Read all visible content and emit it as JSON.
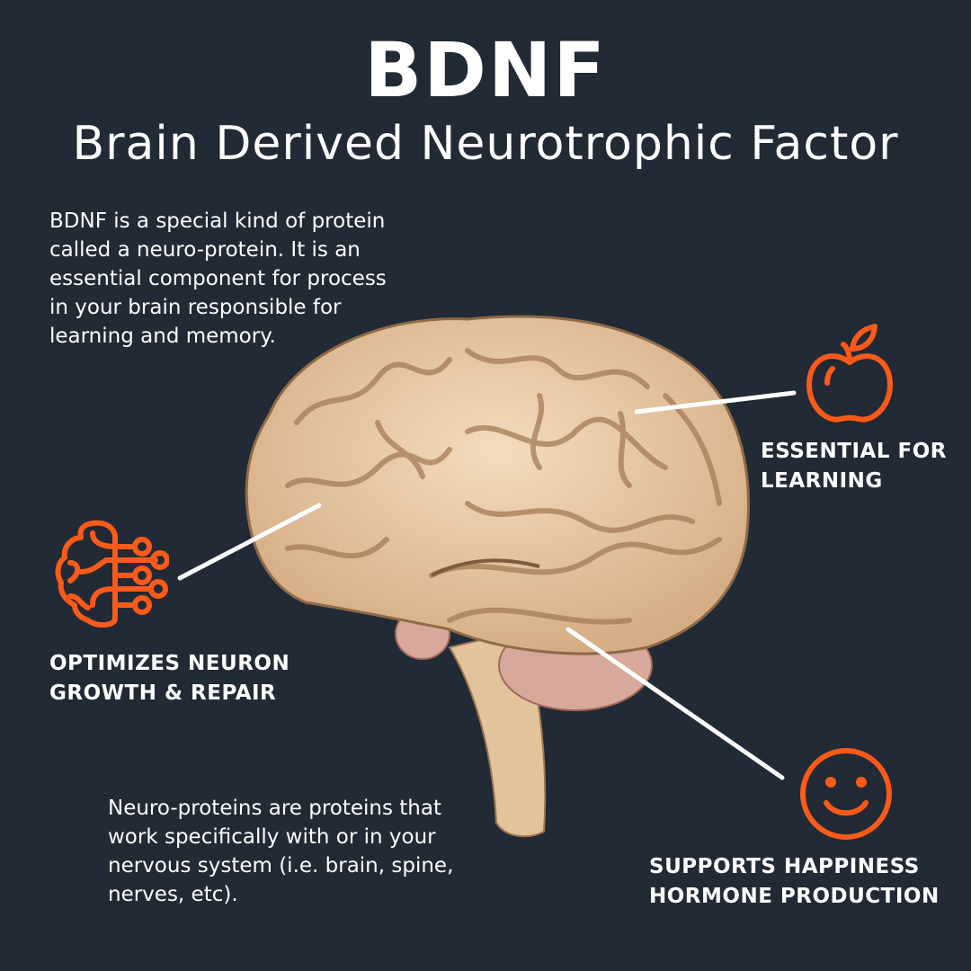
{
  "header": {
    "title": "BDNF",
    "subtitle": "Brain Derived Neurotrophic Factor"
  },
  "intro_text": "BDNF is a special kind of protein called a neuro-protein. It is an essential component for process in your brain responsible for learning and memory.",
  "note_text": "Neuro-proteins are proteins that work specifically with or in your nervous system (i.e. brain, spine, nerves, etc).",
  "callouts": [
    {
      "icon": "apple-icon",
      "line1": "ESSENTIAL FOR",
      "line2": "LEARNING"
    },
    {
      "icon": "brain-circuit-icon",
      "line1": "OPTIMIZES NEURON",
      "line2": "GROWTH & REPAIR"
    },
    {
      "icon": "smiley-icon",
      "line1": "SUPPORTS HAPPINESS",
      "line2": "HORMONE PRODUCTION"
    }
  ],
  "colors": {
    "background": "#212a35",
    "accent": "#fb5a1a",
    "text": "#ffffff"
  }
}
